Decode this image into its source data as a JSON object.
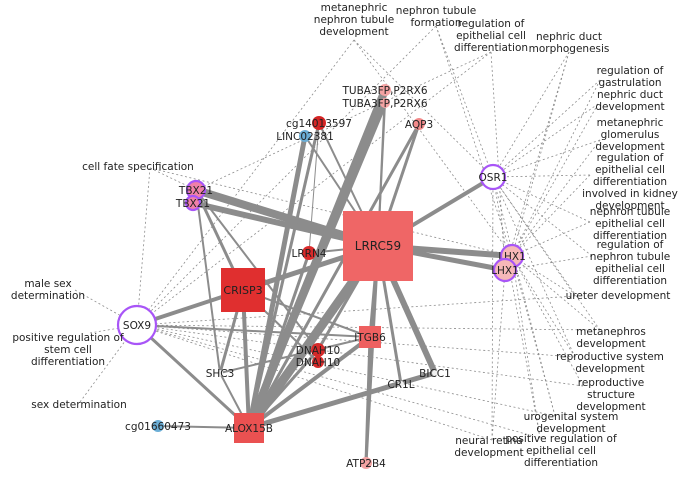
{
  "colors": {
    "edge": "#8c8c8c",
    "dash": "#8c8c8c",
    "ring": "#a855f7",
    "red_dark": "#d92b2b",
    "red_mid": "#e34a4a",
    "red_light": "#ef6b6b",
    "pink": "#f3a0a0",
    "blue": "#6baed6"
  },
  "genes": [
    {
      "id": "LRRC59",
      "label": "LRRC59",
      "shape": "square",
      "color": "#ef6666"
    },
    {
      "id": "CRISP3",
      "label": "CRISP3",
      "shape": "square",
      "color": "#e02f2f"
    },
    {
      "id": "ALOX15B",
      "label": "ALOX15B",
      "shape": "square",
      "color": "#ea5151"
    },
    {
      "id": "ITGB6",
      "label": "ITGB6",
      "shape": "square",
      "color": "#ee6060"
    },
    {
      "id": "SOX9",
      "label": "SOX9",
      "shape": "ring",
      "color": "#ffffff"
    },
    {
      "id": "OSR1",
      "label": "OSR1",
      "shape": "ring",
      "color": "#ffffff"
    },
    {
      "id": "LHX1a",
      "label": "LHX1",
      "shape": "ring",
      "color": "#f6b8b8"
    },
    {
      "id": "LHX1b",
      "label": "LHX1",
      "shape": "ring",
      "color": "#f6b8b8"
    },
    {
      "id": "TBX21a",
      "label": "TBX21",
      "shape": "ring",
      "color": "#f080a8"
    },
    {
      "id": "TBX21b",
      "label": "TBX21",
      "shape": "ring",
      "color": "#f080a8"
    },
    {
      "id": "TUBA3a",
      "label": "TUBA3FP,P2RX6",
      "shape": "circle",
      "color": "#f4a3a3"
    },
    {
      "id": "TUBA3b",
      "label": "TUBA3FP,P2RX6",
      "shape": "circle",
      "color": "#f4a3a3"
    },
    {
      "id": "AQP3",
      "label": "AQP3",
      "shape": "circle",
      "color": "#f28a8a"
    },
    {
      "id": "cg14013597",
      "label": "cg14013597",
      "shape": "circle",
      "color": "#d42424"
    },
    {
      "id": "LINC02381",
      "label": "LINC02381",
      "shape": "circle",
      "color": "#6baed6"
    },
    {
      "id": "LRRN4",
      "label": "LRRN4",
      "shape": "circle",
      "color": "#d92b2b"
    },
    {
      "id": "DNAH10a",
      "label": "DNAH10",
      "shape": "circle",
      "color": "#d42a2a"
    },
    {
      "id": "DNAH10b",
      "label": "DNAH10",
      "shape": "circle",
      "color": "#d42a2a"
    },
    {
      "id": "SHC3",
      "label": "SHC3",
      "shape": "circle",
      "color": "#f0f0f0"
    },
    {
      "id": "CR1L",
      "label": "CR1L",
      "shape": "circle",
      "color": "#f0f0f0"
    },
    {
      "id": "BICC1",
      "label": "BICC1",
      "shape": "circle",
      "color": "#f0f0f0"
    },
    {
      "id": "cg01660473",
      "label": "cg01660473",
      "shape": "circle",
      "color": "#6baed6"
    },
    {
      "id": "ATP2B4",
      "label": "ATP2B4",
      "shape": "circle",
      "color": "#f4a3a3"
    }
  ],
  "terms": [
    {
      "id": "t_metanephric_tubule",
      "lines": [
        "metanephric",
        "nephron tubule",
        "development"
      ]
    },
    {
      "id": "t_tubule_formation",
      "lines": [
        "nephron tubule",
        "formation"
      ]
    },
    {
      "id": "t_reg_epi_top",
      "lines": [
        "regulation of",
        "epithelial cell",
        "differentiation"
      ]
    },
    {
      "id": "t_duct_morph",
      "lines": [
        "nephric duct",
        "morphogenesis"
      ]
    },
    {
      "id": "t_gastrulation",
      "lines": [
        "regulation of",
        "gastrulation"
      ]
    },
    {
      "id": "t_duct_dev",
      "lines": [
        "nephric duct",
        "development"
      ]
    },
    {
      "id": "t_glomerulus",
      "lines": [
        "metanephric",
        "glomerulus",
        "development"
      ]
    },
    {
      "id": "t_reg_epi_kidney",
      "lines": [
        "regulation of",
        "epithelial cell",
        "differentiation",
        "involved in kidney",
        "development"
      ]
    },
    {
      "id": "t_tubule_epi",
      "lines": [
        "nephron tubule",
        "epithelial cell",
        "differentiation"
      ]
    },
    {
      "id": "t_reg_tubule",
      "lines": [
        "regulation of",
        "nephron tubule",
        "epithelial cell",
        "differentiation"
      ]
    },
    {
      "id": "t_ureter",
      "lines": [
        "ureter development"
      ]
    },
    {
      "id": "t_metanephros",
      "lines": [
        "metanephros",
        "development"
      ]
    },
    {
      "id": "t_repro_system",
      "lines": [
        "reproductive system",
        "development"
      ]
    },
    {
      "id": "t_repro_structure",
      "lines": [
        "reproductive",
        "structure",
        "development"
      ]
    },
    {
      "id": "t_urogenital",
      "lines": [
        "urogenital system",
        "development"
      ]
    },
    {
      "id": "t_pos_reg_epi",
      "lines": [
        "positive regulation of",
        "epithelial cell",
        "differentiation"
      ]
    },
    {
      "id": "t_retina",
      "lines": [
        "neural retina",
        "development"
      ]
    },
    {
      "id": "t_cell_fate",
      "lines": [
        "cell fate specification"
      ]
    },
    {
      "id": "t_male_sex",
      "lines": [
        "male sex",
        "determination"
      ]
    },
    {
      "id": "t_stem_cell",
      "lines": [
        "positive regulation of",
        "stem cell",
        "differentiation"
      ]
    },
    {
      "id": "t_sex_det",
      "lines": [
        "sex determination"
      ]
    }
  ],
  "edges": [
    {
      "a": "LRRC59",
      "b": "ALOX15B",
      "w": 9
    },
    {
      "a": "LRRC59",
      "b": "TBX21a",
      "w": 8
    },
    {
      "a": "LRRC59",
      "b": "TBX21b",
      "w": 6
    },
    {
      "a": "LRRC59",
      "b": "LHX1a",
      "w": 6
    },
    {
      "a": "LRRC59",
      "b": "LHX1b",
      "w": 5
    },
    {
      "a": "LRRC59",
      "b": "CRISP3",
      "w": 5
    },
    {
      "a": "LRRC59",
      "b": "OSR1",
      "w": 4
    },
    {
      "a": "LRRC59",
      "b": "ITGB6",
      "w": 3
    },
    {
      "a": "LRRC59",
      "b": "BICC1",
      "w": 6
    },
    {
      "a": "LRRC59",
      "b": "CR1L",
      "w": 3
    },
    {
      "a": "LRRC59",
      "b": "SOX9",
      "w": 2
    },
    {
      "a": "LRRC59",
      "b": "LRRN4",
      "w": 2
    },
    {
      "a": "LRRC59",
      "b": "DNAH10a",
      "w": 3
    },
    {
      "a": "LRRC59",
      "b": "cg14013597",
      "w": 2
    },
    {
      "a": "LRRC59",
      "b": "LINC02381",
      "w": 2
    },
    {
      "a": "LRRC59",
      "b": "AQP3",
      "w": 3
    },
    {
      "a": "LRRC59",
      "b": "TUBA3a",
      "w": 2
    },
    {
      "a": "LRRC59",
      "b": "TUBA3b",
      "w": 2
    },
    {
      "a": "LRRC59",
      "b": "ATP2B4",
      "w": 3
    },
    {
      "a": "CRISP3",
      "b": "SOX9",
      "w": 4
    },
    {
      "a": "CRISP3",
      "b": "ALOX15B",
      "w": 4
    },
    {
      "a": "CRISP3",
      "b": "TBX21a",
      "w": 3
    },
    {
      "a": "CRISP3",
      "b": "SHC3",
      "w": 3
    },
    {
      "a": "CRISP3",
      "b": "ITGB6",
      "w": 2
    },
    {
      "a": "CRISP3",
      "b": "DNAH10b",
      "w": 2
    },
    {
      "a": "ALOX15B",
      "b": "TUBA3a",
      "w": 8
    },
    {
      "a": "ALOX15B",
      "b": "TUBA3b",
      "w": 5
    },
    {
      "a": "ALOX15B",
      "b": "LINC02381",
      "w": 5
    },
    {
      "a": "ALOX15B",
      "b": "cg14013597",
      "w": 3
    },
    {
      "a": "ALOX15B",
      "b": "LRRN4",
      "w": 3
    },
    {
      "a": "ALOX15B",
      "b": "AQP3",
      "w": 3
    },
    {
      "a": "ALOX15B",
      "b": "BICC1",
      "w": 5
    },
    {
      "a": "ALOX15B",
      "b": "ITGB6",
      "w": 4
    },
    {
      "a": "ALOX15B",
      "b": "CR1L",
      "w": 3
    },
    {
      "a": "ALOX15B",
      "b": "SOX9",
      "w": 3
    },
    {
      "a": "ALOX15B",
      "b": "cg01660473",
      "w": 2
    },
    {
      "a": "ALOX15B",
      "b": "DNAH10a",
      "w": 3
    },
    {
      "a": "ALOX15B",
      "b": "SHC3",
      "w": 2
    },
    {
      "a": "ITGB6",
      "b": "ATP2B4",
      "w": 3
    },
    {
      "a": "ITGB6",
      "b": "SHC3",
      "w": 2
    },
    {
      "a": "SOX9",
      "b": "ITGB6",
      "w": 2
    },
    {
      "a": "TBX21a",
      "b": "SHC3",
      "w": 2
    },
    {
      "a": "TBX21a",
      "b": "DNAH10a",
      "w": 2
    },
    {
      "a": "cg14013597",
      "b": "LRRN4",
      "w": 1
    },
    {
      "a": "LHX1a",
      "b": "LHX1b",
      "w": 2
    }
  ],
  "dashed": [
    {
      "a": "t_metanephric_tubule",
      "b": "LHX1a"
    },
    {
      "a": "t_metanephric_tubule",
      "b": "OSR1"
    },
    {
      "a": "t_metanephric_tubule",
      "b": "SOX9"
    },
    {
      "a": "t_tubule_formation",
      "b": "LHX1a"
    },
    {
      "a": "t_tubule_formation",
      "b": "OSR1"
    },
    {
      "a": "t_tubule_formation",
      "b": "SOX9"
    },
    {
      "a": "t_reg_epi_top",
      "b": "LHX1b"
    },
    {
      "a": "t_reg_epi_top",
      "b": "TBX21a"
    },
    {
      "a": "t_reg_epi_top",
      "b": "SOX9"
    },
    {
      "a": "t_duct_morph",
      "b": "OSR1"
    },
    {
      "a": "t_duct_morph",
      "b": "LHX1a"
    },
    {
      "a": "t_duct_morph",
      "b": "LHX1b"
    },
    {
      "a": "t_gastrulation",
      "b": "LHX1a"
    },
    {
      "a": "t_gastrulation",
      "b": "OSR1"
    },
    {
      "a": "t_duct_dev",
      "b": "LHX1a"
    },
    {
      "a": "t_duct_dev",
      "b": "OSR1"
    },
    {
      "a": "t_glomerulus",
      "b": "LHX1a"
    },
    {
      "a": "t_glomerulus",
      "b": "OSR1"
    },
    {
      "a": "t_reg_epi_kidney",
      "b": "LHX1a"
    },
    {
      "a": "t_reg_epi_kidney",
      "b": "OSR1"
    },
    {
      "a": "t_tubule_epi",
      "b": "LHX1a"
    },
    {
      "a": "t_tubule_epi",
      "b": "OSR1"
    },
    {
      "a": "t_reg_tubule",
      "b": "LHX1b"
    },
    {
      "a": "t_reg_tubule",
      "b": "OSR1"
    },
    {
      "a": "t_ureter",
      "b": "LHX1a"
    },
    {
      "a": "t_ureter",
      "b": "OSR1"
    },
    {
      "a": "t_ureter",
      "b": "SOX9"
    },
    {
      "a": "t_metanephros",
      "b": "LHX1a"
    },
    {
      "a": "t_metanephros",
      "b": "OSR1"
    },
    {
      "a": "t_metanephros",
      "b": "SOX9"
    },
    {
      "a": "t_repro_system",
      "b": "LHX1a"
    },
    {
      "a": "t_repro_system",
      "b": "OSR1"
    },
    {
      "a": "t_repro_system",
      "b": "SOX9"
    },
    {
      "a": "t_repro_structure",
      "b": "LHX1a"
    },
    {
      "a": "t_repro_structure",
      "b": "SOX9"
    },
    {
      "a": "t_urogenital",
      "b": "LHX1a"
    },
    {
      "a": "t_urogenital",
      "b": "OSR1"
    },
    {
      "a": "t_urogenital",
      "b": "SOX9"
    },
    {
      "a": "t_pos_reg_epi",
      "b": "LHX1a"
    },
    {
      "a": "t_pos_reg_epi",
      "b": "SOX9"
    },
    {
      "a": "t_pos_reg_epi",
      "b": "OSR1"
    },
    {
      "a": "t_retina",
      "b": "LHX1b"
    },
    {
      "a": "t_retina",
      "b": "OSR1"
    },
    {
      "a": "t_retina",
      "b": "SOX9"
    },
    {
      "a": "t_cell_fate",
      "b": "TBX21a"
    },
    {
      "a": "t_cell_fate",
      "b": "SOX9"
    },
    {
      "a": "t_cell_fate",
      "b": "LHX1a"
    },
    {
      "a": "t_male_sex",
      "b": "SOX9"
    },
    {
      "a": "t_stem_cell",
      "b": "SOX9"
    },
    {
      "a": "t_sex_det",
      "b": "SOX9"
    }
  ]
}
